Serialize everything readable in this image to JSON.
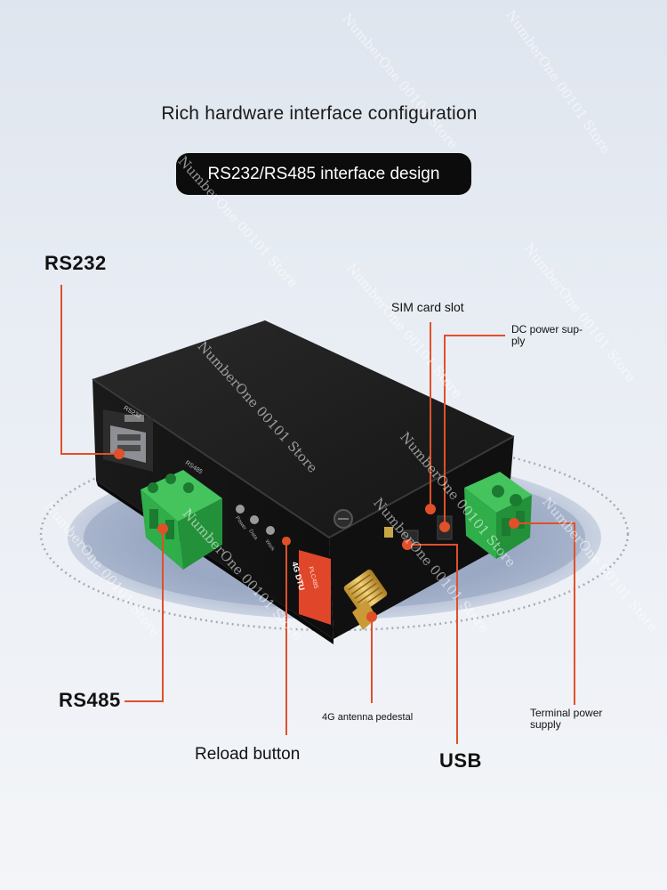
{
  "heading": "Rich hardware interface configuration",
  "subheading": "RS232/RS485 interface design",
  "labels": {
    "rs232": "RS232",
    "rs485": "RS485",
    "sim_card_slot": "SIM card slot",
    "dc_power_line1": "DC power sup-",
    "dc_power_line2": "ply",
    "antenna": "4G antenna pedestal",
    "reload_button": "Reload button",
    "usb": "USB",
    "terminal_power_line1": "Terminal power",
    "terminal_power_line2": "supply"
  },
  "device": {
    "port_tag": "RS232",
    "terminal_tag": "RS485",
    "led_labels": [
      "Power",
      "Data",
      "Work"
    ],
    "badge_line1": "4G DTU",
    "badge_line2": "PLC485"
  },
  "watermark": "NumberOne 00101 Store",
  "colors": {
    "callout_line": "#e0502a",
    "terminal_green": "#2fae4a",
    "device_body": "#1d1d1d",
    "badge_orange": "#e0462a"
  }
}
